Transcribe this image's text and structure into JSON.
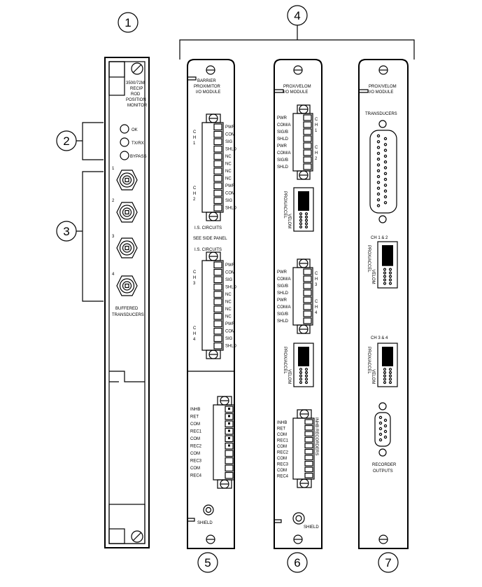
{
  "callouts": [
    "1",
    "2",
    "3",
    "4",
    "5",
    "6",
    "7"
  ],
  "panel1": {
    "title": [
      "3500/72M",
      "RECIP",
      "ROD",
      "POSITION",
      "MONITOR"
    ],
    "leds": [
      "OK",
      "TX/RX",
      "BYPASS"
    ],
    "bnc_numbers": [
      "1",
      "2",
      "3",
      "4"
    ],
    "footer": [
      "BUFFERED",
      "TRANSDUCERS"
    ]
  },
  "panel5": {
    "title": [
      "BARRIER",
      "PROXIMITOR",
      "I/O MODULE"
    ],
    "ch_top": [
      [
        "C",
        "H",
        "1"
      ],
      [
        "C",
        "H",
        "2"
      ]
    ],
    "ch_bottom": [
      [
        "C",
        "H",
        "3"
      ],
      [
        "C",
        "H",
        "4"
      ]
    ],
    "terminals": [
      "PWR",
      "COM",
      "SIG",
      "SHLD",
      "NC",
      "NC",
      "NC",
      "NC",
      "PWR",
      "COM",
      "SIG",
      "SHLD"
    ],
    "is_circuits": "I.S. CIRCUITS",
    "see_side_panel": "SEE SIDE PANEL",
    "is_circuits_2": "I.S. CIRCUITS",
    "recorder_terminals": [
      "INHB",
      "RET",
      "COM",
      "REC1",
      "COM",
      "REC2",
      "COM",
      "REC3",
      "COM",
      "REC4"
    ],
    "shield": "SHIELD"
  },
  "panel6": {
    "title": [
      "PROX/VELOM",
      "I/O MODULE"
    ],
    "ch_top": [
      [
        "C",
        "H",
        "1"
      ],
      [
        "C",
        "H",
        "2"
      ]
    ],
    "ch_bottom": [
      [
        "C",
        "H",
        "3"
      ],
      [
        "C",
        "H",
        "4"
      ]
    ],
    "terminals": [
      "PWR",
      "COM/A",
      "SIG/B",
      "SHLD",
      "PWR",
      "COM/A",
      "SIG/B",
      "SHLD"
    ],
    "switch_labels": [
      "PROX/ACCEL",
      "VELOM"
    ],
    "recorder_terminals": [
      "INHB",
      "RET",
      "COM",
      "REC1",
      "COM",
      "REC2",
      "COM",
      "REC3",
      "COM",
      "REC4"
    ],
    "recorders_vertical": "INHB RECORDERS",
    "shield": "SHIELD"
  },
  "panel7": {
    "title": [
      "PROX/VELOM",
      "I/O MODULE"
    ],
    "transducers": "TRANSDUCERS",
    "ch12": "CH 1 & 2",
    "ch34": "CH 3 & 4",
    "switch_labels": [
      "PROX/ACCEL",
      "VELOM"
    ],
    "recorder": [
      "RECORDER",
      "OUTPUTS"
    ]
  }
}
